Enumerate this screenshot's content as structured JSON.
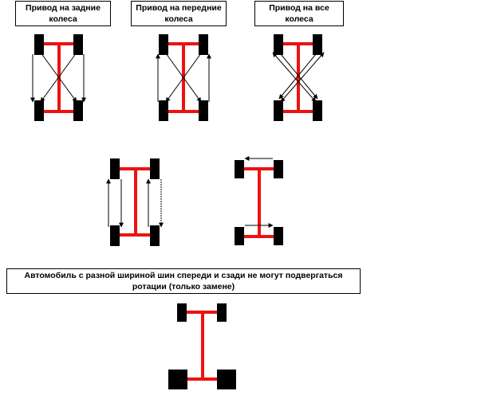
{
  "labels": {
    "rear_drive": "Привод на задние колеса",
    "front_drive": "Привод на передние колеса",
    "all_drive": "Привод на все колеса",
    "note": "Автомобиль с разной шириной шин спереди и сзади не могут подвергаться ротации (только замене)"
  },
  "colors": {
    "axle": "#ee1111",
    "wheel": "#000000",
    "arrow": "#000000",
    "border": "#000000",
    "background": "#ffffff"
  }
}
